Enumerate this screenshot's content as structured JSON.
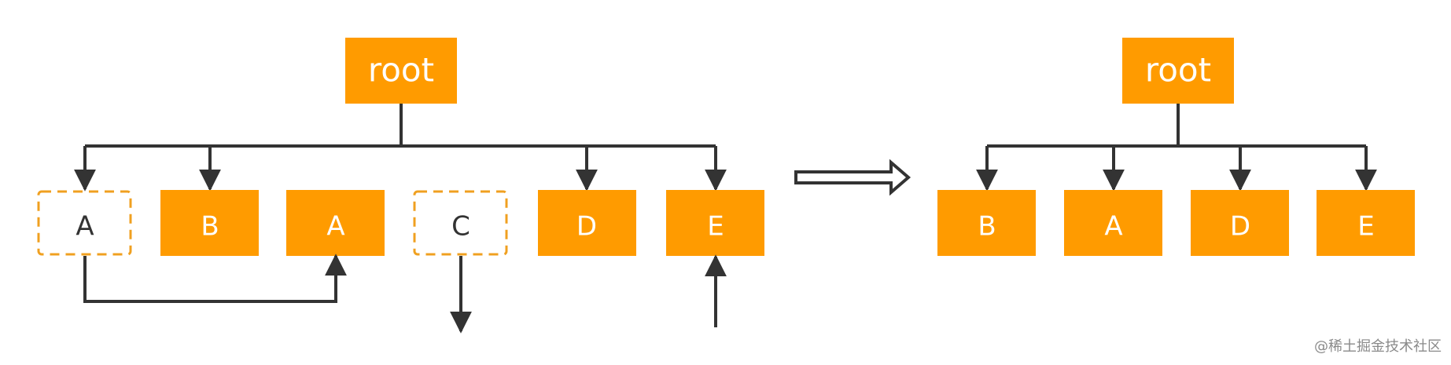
{
  "colors": {
    "node_fill": "#FF9B00",
    "node_text": "#FFFFFF",
    "removed_border": "#F0A020",
    "removed_text": "#333333",
    "line": "#333333"
  },
  "before": {
    "root": "root",
    "children": [
      {
        "label": "A",
        "state": "removed"
      },
      {
        "label": "B",
        "state": "normal"
      },
      {
        "label": "A",
        "state": "normal"
      },
      {
        "label": "C",
        "state": "removed"
      },
      {
        "label": "D",
        "state": "normal"
      },
      {
        "label": "E",
        "state": "normal"
      }
    ]
  },
  "after": {
    "root": "root",
    "children": [
      {
        "label": "B",
        "state": "normal"
      },
      {
        "label": "A",
        "state": "normal"
      },
      {
        "label": "D",
        "state": "normal"
      },
      {
        "label": "E",
        "state": "normal"
      }
    ]
  },
  "transition_icon": "double-right-arrow-icon",
  "watermark": "@稀土掘金技术社区"
}
